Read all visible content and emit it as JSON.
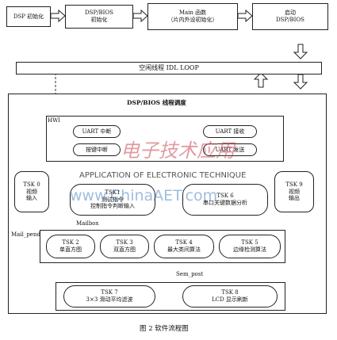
{
  "top_flow": [
    {
      "id": "dsp_init",
      "text": "DSP 初始化"
    },
    {
      "id": "bios_init",
      "text": "DSP/BIOS\n初始化"
    },
    {
      "id": "main_fn",
      "text": "Main 函数\n（片内外设初始化）"
    },
    {
      "id": "auto_bios",
      "text": "启动\nDSP/BIOS"
    }
  ],
  "idle_loop": "空闲线程 IDL LOOP",
  "scheduler_title": "DSP/BIOS 线程调度",
  "hwi": {
    "label": "HWI",
    "uart_irq": "UART 中断",
    "key_irq": "按键中断",
    "uart_recv": "UART 接收",
    "uart_send": "UART 发送"
  },
  "tsk0": "TSK 0\n视频\n输入",
  "tsk1": "TSK1\n测试指令\n控制指令判断输入",
  "tsk6": "TSK 6\n串口关键数据分析",
  "tsk9": "TSK 9\n视频\n输出",
  "mailbox": "Mailbox",
  "mail_pend": "Mail_pend",
  "sem_post": "Sem_post",
  "algo_tasks": [
    {
      "id": "tsk2",
      "text": "TSK 2\n单直方图"
    },
    {
      "id": "tsk3",
      "text": "TSK 3\n双直方图"
    },
    {
      "id": "tsk4",
      "text": "TSK 4\n最大类间算法"
    },
    {
      "id": "tsk5",
      "text": "TSK 5\n边缘检测算法"
    }
  ],
  "tsk7": "TSK 7\n3×3 滑动平均滤波",
  "tsk8": "TSK 8\nLCD 显示刷新",
  "watermark": {
    "logo_cn": "电子技术应用",
    "logo_en": "APPLICATION OF ELECTRONIC TECHNIQUE",
    "url": "www.ChinaAET.com"
  },
  "caption": "图 2  软件流程图"
}
